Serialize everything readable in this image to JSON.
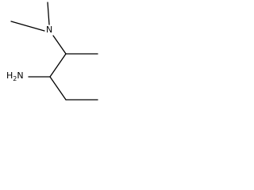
{
  "molecule": {
    "atoms": {
      "amine_n": "N",
      "primary_amine_h": "H",
      "primary_amine_sub": "2",
      "primary_amine_n": "N"
    },
    "colors": {
      "bond": "#000000",
      "text": "#000000",
      "background": "#ffffff"
    }
  }
}
